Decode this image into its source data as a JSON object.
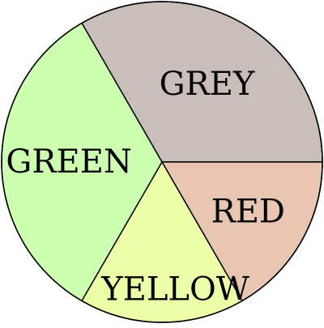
{
  "chart_data": {
    "type": "pie",
    "title": "",
    "categories": [
      "GREY",
      "RED",
      "YELLOW",
      "GREEN"
    ],
    "values": [
      33.33,
      16.67,
      16.67,
      33.33
    ],
    "colors": [
      "#c8bfba",
      "#e9c6b1",
      "#ecffa8",
      "#ccffb0"
    ],
    "start_angle_deg": -120,
    "direction": "clockwise",
    "legend": "none",
    "labels_on_slices": true
  }
}
